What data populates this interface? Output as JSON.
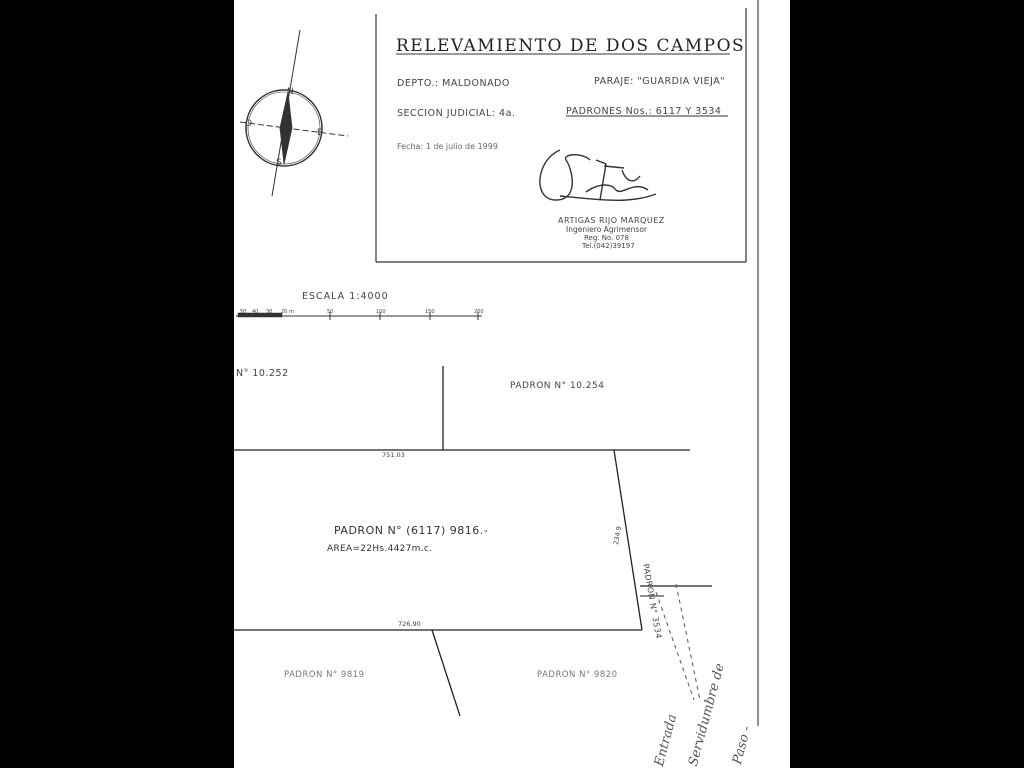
{
  "title_block": {
    "title": "RELEVAMIENTO DE DOS CAMPOS",
    "departamento": "DEPTO.: MALDONADO",
    "paraje": "PARAJE: \"GUARDIA VIEJA\"",
    "seccion_judicial": "SECCION JUDICIAL: 4a.",
    "padrones": "PADRONES Nos.: 6117 Y 3534",
    "fecha": "Fecha: 1 de julio de 1999",
    "surveyor": {
      "name": "ARTIGAS RIJO MARQUEZ",
      "title": "Ingeniero Agrimensor",
      "registration": "Reg. No. 078",
      "phone": "Tel.(042)39197"
    }
  },
  "compass": {
    "north": "N",
    "west": "O",
    "east": "E",
    "south": "S"
  },
  "scale": {
    "label": "ESCALA 1:4000",
    "ticks": [
      "50",
      "40",
      "30",
      "20 m",
      "50",
      "100",
      "150",
      "200"
    ]
  },
  "parcels": {
    "left": "N° 10.252",
    "north": "PADRON N° 10.254",
    "measure_north": "751.03",
    "main": "PADRON N° (6117) 9816.-",
    "area": "AREA=22Hs.4427m.c.",
    "measure_east": "234.9",
    "east": "PADRON N° 3534",
    "measure_south": "726.90",
    "southwest": "PADRON N° 9819",
    "southeast": "PADRON N° 9820"
  },
  "annotations": {
    "entrada": "Entrada",
    "servidumbre": "Servidumbre de",
    "paso": "Paso -"
  }
}
